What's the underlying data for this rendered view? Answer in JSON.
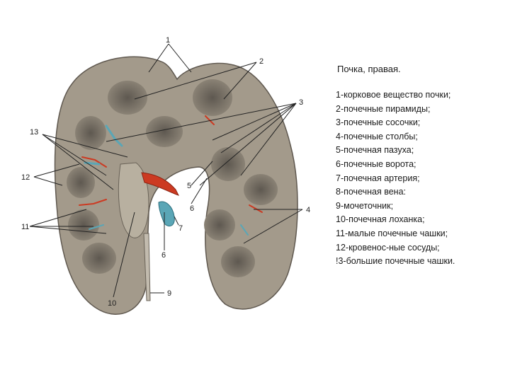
{
  "title": "Почка, правая.",
  "legend": [
    "1-корковое вещество почки;",
    "2-почечные пирамиды;",
    "3-почечные сосочки;",
    "4-почечные столбы;",
    "5-почечная пазуха;",
    "6-почечные ворота;",
    "7-почечная артерия;",
    "8-почечная вена:",
    "9-мочеточник;",
    "10-почечная лоханка;",
    "11-малые почечные чашки;",
    "12-кровенос-ные сосуды;",
    "!3-большие почечные чашки."
  ],
  "figure_labels": {
    "l1": "1",
    "l2": "2",
    "l3": "3",
    "l4": "4",
    "l5": "5",
    "l6": "6",
    "l6b": "6",
    "l7": "7",
    "l9": "9",
    "l10": "10",
    "l11": "11",
    "l12": "12",
    "l13": "13"
  },
  "colors": {
    "kidney_fill": "#a39a8b",
    "cortex_dark": "#6f685e",
    "artery": "#cc3a22",
    "vein": "#5aa6b6",
    "leader": "#222222"
  }
}
